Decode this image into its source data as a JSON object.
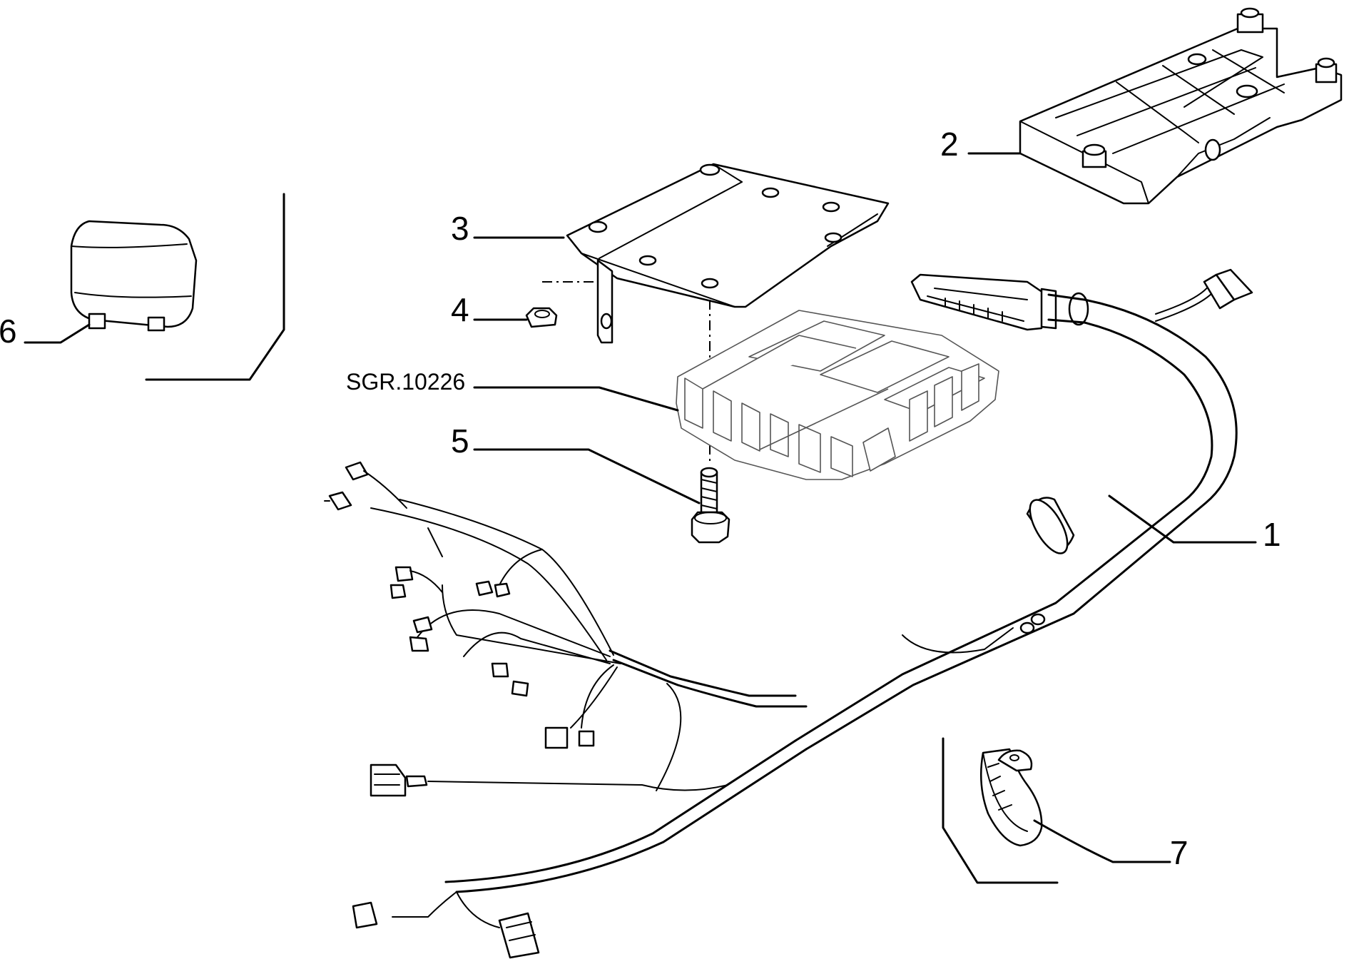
{
  "diagram": {
    "reference_code": "SGR.10226",
    "callouts": [
      {
        "id": "1",
        "label": "1"
      },
      {
        "id": "2",
        "label": "2"
      },
      {
        "id": "3",
        "label": "3"
      },
      {
        "id": "4",
        "label": "4"
      },
      {
        "id": "5",
        "label": "5"
      },
      {
        "id": "6",
        "label": "6"
      },
      {
        "id": "7",
        "label": "7"
      }
    ]
  }
}
